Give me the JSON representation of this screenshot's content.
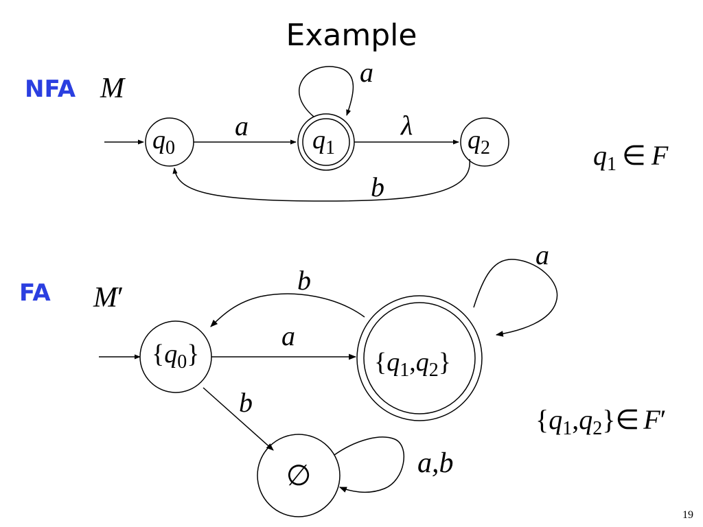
{
  "title": "Example",
  "page_number": "19",
  "nfa": {
    "label": "NFA",
    "machine": "M",
    "states": {
      "q0": {
        "name": "q",
        "index": "0"
      },
      "q1": {
        "name": "q",
        "index": "1"
      },
      "q2": {
        "name": "q",
        "index": "2"
      }
    },
    "transitions": {
      "q1_self": "a",
      "q0_q1": "a",
      "q1_q2": "λ",
      "q2_q0": "b"
    },
    "accept_note": {
      "state": "q",
      "index": "1",
      "relation": "∈",
      "set": "F"
    }
  },
  "fa": {
    "label": "FA",
    "machine": "M",
    "prime": "′",
    "states": {
      "s0": {
        "open": "{",
        "name": "q",
        "index": "0",
        "close": "}"
      },
      "s12": {
        "open": "{",
        "name1": "q",
        "index1": "1",
        "comma": ",",
        "name2": "q",
        "index2": "2",
        "close": "}"
      },
      "empty": {
        "symbol": "∅"
      }
    },
    "transitions": {
      "s12_self": "a",
      "s12_s0": "b",
      "s0_s12": "a",
      "s0_empty": "b",
      "empty_self": "a,b"
    },
    "accept_note": {
      "open": "{",
      "name1": "q",
      "index1": "1",
      "comma": ",",
      "name2": "q",
      "index2": "2",
      "close": "}",
      "relation": "∈",
      "set": "F",
      "prime": "′"
    }
  }
}
